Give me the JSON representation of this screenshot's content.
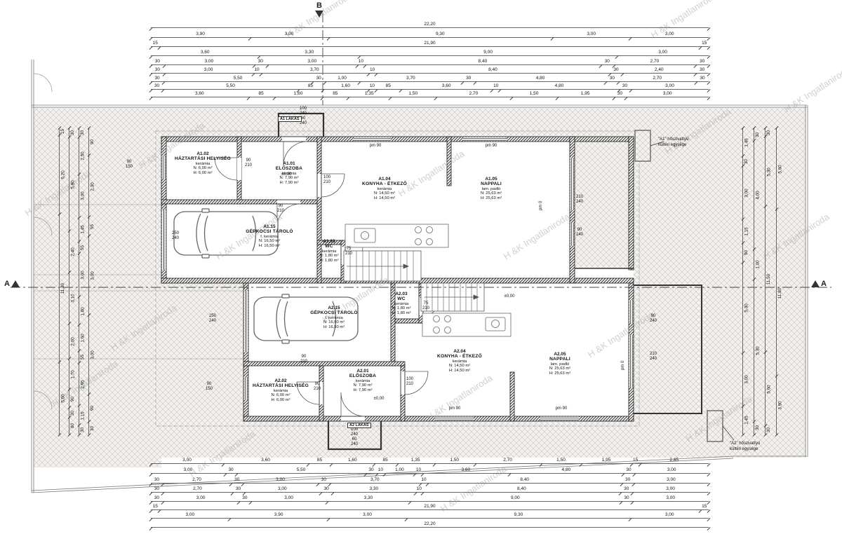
{
  "watermark": "H &K Ingatlaniroda",
  "section_markers": {
    "top": "B",
    "left": "A",
    "right": "A"
  },
  "unit_tags": {
    "a1": "A1 LAKÁS",
    "a2": "A2 LAKÁS"
  },
  "notes": {
    "a1_heatpump": "\"A1\" hőszivattyú\nkültéri egysége",
    "a2_heatpump": "\"A2\" hőszivattyú\nkültéri egysége"
  },
  "rooms": [
    {
      "id": "A1.02",
      "name": "HÁZTARTÁSI HELYISÉG",
      "material": "kerámia",
      "area_net": "N: 6,00 m²",
      "area_gross": "H: 6,00 m²"
    },
    {
      "id": "A1.01",
      "name": "ELŐSZOBA",
      "material": "kerámia",
      "area_net": "N: 7,90 m²",
      "area_gross": "H: 7,90 m²"
    },
    {
      "id": "A1.04",
      "name": "KONYHA - ÉTKEZŐ",
      "material": "kerámia",
      "area_net": "N: 14,50 m²",
      "area_gross": "H: 14,50 m²"
    },
    {
      "id": "A1.05",
      "name": "NAPPALI",
      "material": "lam. padló",
      "area_net": "N: 25,63 m²",
      "area_gross": "H: 25,63 m²"
    },
    {
      "id": "A1.15",
      "name": "GÉPKOCSI TÁROLÓ",
      "material": "f. kerámia",
      "area_net": "N: 16,50 m²",
      "area_gross": "H: 16,50 m²"
    },
    {
      "id": "A1.03",
      "name": "WC",
      "material": "kerámia",
      "area_net": "N: 1,80 m²",
      "area_gross": "H: 1,80 m²"
    },
    {
      "id": "A2.15",
      "name": "GÉPKOCSI TÁROLÓ",
      "material": "f. kerámia",
      "area_net": "N: 16,50 m²",
      "area_gross": "H: 16,50 m²"
    },
    {
      "id": "A2.03",
      "name": "WC",
      "material": "kerámia",
      "area_net": "N: 1,80 m²",
      "area_gross": "H: 1,80 m²"
    },
    {
      "id": "A2.04",
      "name": "KONYHA - ÉTKEZŐ",
      "material": "kerámia",
      "area_net": "N: 14,50 m²",
      "area_gross": "H: 14,50 m²"
    },
    {
      "id": "A2.05",
      "name": "NAPPALI",
      "material": "lam. padló",
      "area_net": "N: 25,63 m²",
      "area_gross": "H: 25,63 m²"
    },
    {
      "id": "A2.02",
      "name": "HÁZTARTÁSI HELYISÉG",
      "material": "kerámia",
      "area_net": "N: 6,00 m²",
      "area_gross": "H: 6,00 m²"
    },
    {
      "id": "A2.01",
      "name": "ELŐSZOBA",
      "material": "kerámia",
      "area_net": "N: 7,90 m²",
      "area_gross": "H: 7,90 m²"
    }
  ],
  "labels": {
    "pm90": "pm 90",
    "pm0": "pm 0",
    "level_zero": "±0,00",
    "window_90_150": "90\n150",
    "garage_door_250_240": "250\n240",
    "terrace_door_210_240": "210\n240",
    "window_90_240": "90\n240",
    "entry_door_100_240_60_240": "100\n240\n60\n240",
    "door_90_210": "90\n210",
    "door_75_210": "75\n210",
    "door_100_210": "100\n210"
  },
  "dimensions": {
    "top_rows": [
      [
        "22,20"
      ],
      [
        "3,90",
        "3,00",
        "9,30",
        "3,00",
        "3,00"
      ],
      [
        "15",
        "21,90",
        "15"
      ],
      [
        "3,60",
        "3,30",
        "9,00",
        "3,00"
      ],
      [
        "30",
        "3,00",
        "30",
        "3,00",
        "10",
        "8,40",
        "30",
        "2,70",
        "30"
      ],
      [
        "30",
        "3,00",
        "10",
        "3,70",
        "10",
        "8,40",
        "30",
        "2,40",
        "30"
      ],
      [
        "30",
        "5,50",
        "30",
        "1,00",
        "3,70",
        "30",
        "4,80",
        "30",
        "2,70",
        "30"
      ],
      [
        "30",
        "5,50",
        "85",
        "1,60",
        "10",
        "85",
        "3,60",
        "10",
        "4,80",
        "30",
        "3,00"
      ],
      [
        "3,60",
        "85",
        "1,60",
        "85",
        "1,35",
        "1,50",
        "2,70",
        "1,50",
        "1,95",
        "30",
        "3,00"
      ]
    ],
    "bottom_rows": [
      [
        "3,00",
        "3,60",
        "85",
        "1,60",
        "85",
        "1,35",
        "1,50",
        "2,70",
        "1,50",
        "1,95",
        "15",
        "2,85"
      ],
      [
        "3,00",
        "30",
        "5,50",
        "30",
        "10",
        "1,00",
        "10",
        "3,60",
        "4,80",
        "30",
        "3,00"
      ],
      [
        "30",
        "2,70",
        "30",
        "3,00",
        "30",
        "3,70",
        "10",
        "8,40",
        "30",
        "3,00"
      ],
      [
        "30",
        "2,70",
        "30",
        "3,00",
        "30",
        "3,30",
        "10",
        "8,40",
        "30",
        "3,00"
      ],
      [
        "30",
        "3,00",
        "30",
        "3,00",
        "3,30",
        "9,00",
        "30",
        "3,00"
      ],
      [
        "15",
        "21,90",
        "15"
      ],
      [
        "3,00",
        "3,90",
        "3,00",
        "9,30",
        "3,00"
      ],
      [
        "22,20"
      ]
    ],
    "left_cols": [
      [
        "15",
        "6,20",
        "11,80",
        "5,60"
      ],
      [
        "30",
        "5,90",
        "2,40",
        "3,10",
        "2,00",
        "1,70",
        "90",
        "30",
        "80"
      ],
      [
        "30",
        "2,50",
        "3,00",
        "1,45",
        "55",
        "3,00",
        "1,80",
        "1,60",
        "55",
        "2,95",
        "1,15",
        "30"
      ],
      [
        "90",
        "2,30",
        "55",
        "3,00",
        "3,00",
        "90",
        "30"
      ]
    ],
    "right_cols": [
      [
        "1,45",
        "30",
        "3,00",
        "1,15",
        "90",
        "5,30",
        "3,00",
        "1,45"
      ],
      [
        "30",
        "4,00",
        "1,00",
        "5,30",
        "30"
      ],
      [
        "30",
        "5,30",
        "11,50",
        "5,60",
        "30"
      ],
      [
        "5,60",
        "11,80",
        "3,90"
      ]
    ]
  }
}
